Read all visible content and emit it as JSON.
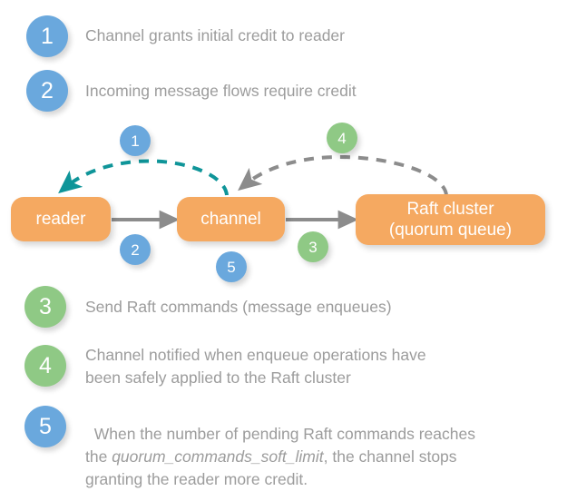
{
  "background": "#ffffff",
  "colors": {
    "blue_badge": "#6aa8dd",
    "green_badge": "#8fc985",
    "node_fill": "#f5a961",
    "node_text": "#ffffff",
    "legend_text": "#9c9c9c",
    "teal_arrow": "#0f9599",
    "gray_arrow": "#8c8c8c"
  },
  "legend_top": [
    {
      "number": "1",
      "color": "blue",
      "text": "Channel grants initial credit to reader"
    },
    {
      "number": "2",
      "color": "blue",
      "text": "Incoming message flows require credit"
    }
  ],
  "legend_bottom": [
    {
      "number": "3",
      "color": "green",
      "text": "Send Raft commands (message enqueues)"
    },
    {
      "number": "4",
      "color": "green",
      "text": "Channel notified when enqueue operations have\nbeen safely applied to the Raft cluster"
    },
    {
      "number": "5",
      "color": "blue",
      "text_part1": "When the number of pending Raft commands reaches\nthe ",
      "text_italic": "quorum_commands_soft_limit",
      "text_part2": ", the channel stops\ngranting the reader more credit."
    }
  ],
  "diagram": {
    "nodes": [
      {
        "id": "reader",
        "label": "reader"
      },
      {
        "id": "channel",
        "label": "channel"
      },
      {
        "id": "raft",
        "label": "Raft cluster\n(quorum queue)"
      }
    ],
    "markers": [
      {
        "number": "1",
        "color": "blue",
        "name": "marker-1-credit-grant"
      },
      {
        "number": "2",
        "color": "blue",
        "name": "marker-2-message-flow"
      },
      {
        "number": "3",
        "color": "green",
        "name": "marker-3-raft-commands"
      },
      {
        "number": "4",
        "color": "green",
        "name": "marker-4-enqueue-notify"
      },
      {
        "number": "5",
        "color": "blue",
        "name": "marker-5-soft-limit"
      }
    ],
    "edges": [
      {
        "name": "edge-channel-to-reader",
        "style": "dashed",
        "color": "#0f9599",
        "from": "channel",
        "to": "reader"
      },
      {
        "name": "edge-raft-to-channel",
        "style": "dashed",
        "color": "#8c8c8c",
        "from": "raft",
        "to": "channel"
      },
      {
        "name": "edge-reader-to-channel",
        "style": "solid",
        "color": "#8c8c8c",
        "from": "reader",
        "to": "channel"
      },
      {
        "name": "edge-channel-to-raft",
        "style": "solid",
        "color": "#8c8c8c",
        "from": "channel",
        "to": "raft"
      }
    ]
  }
}
